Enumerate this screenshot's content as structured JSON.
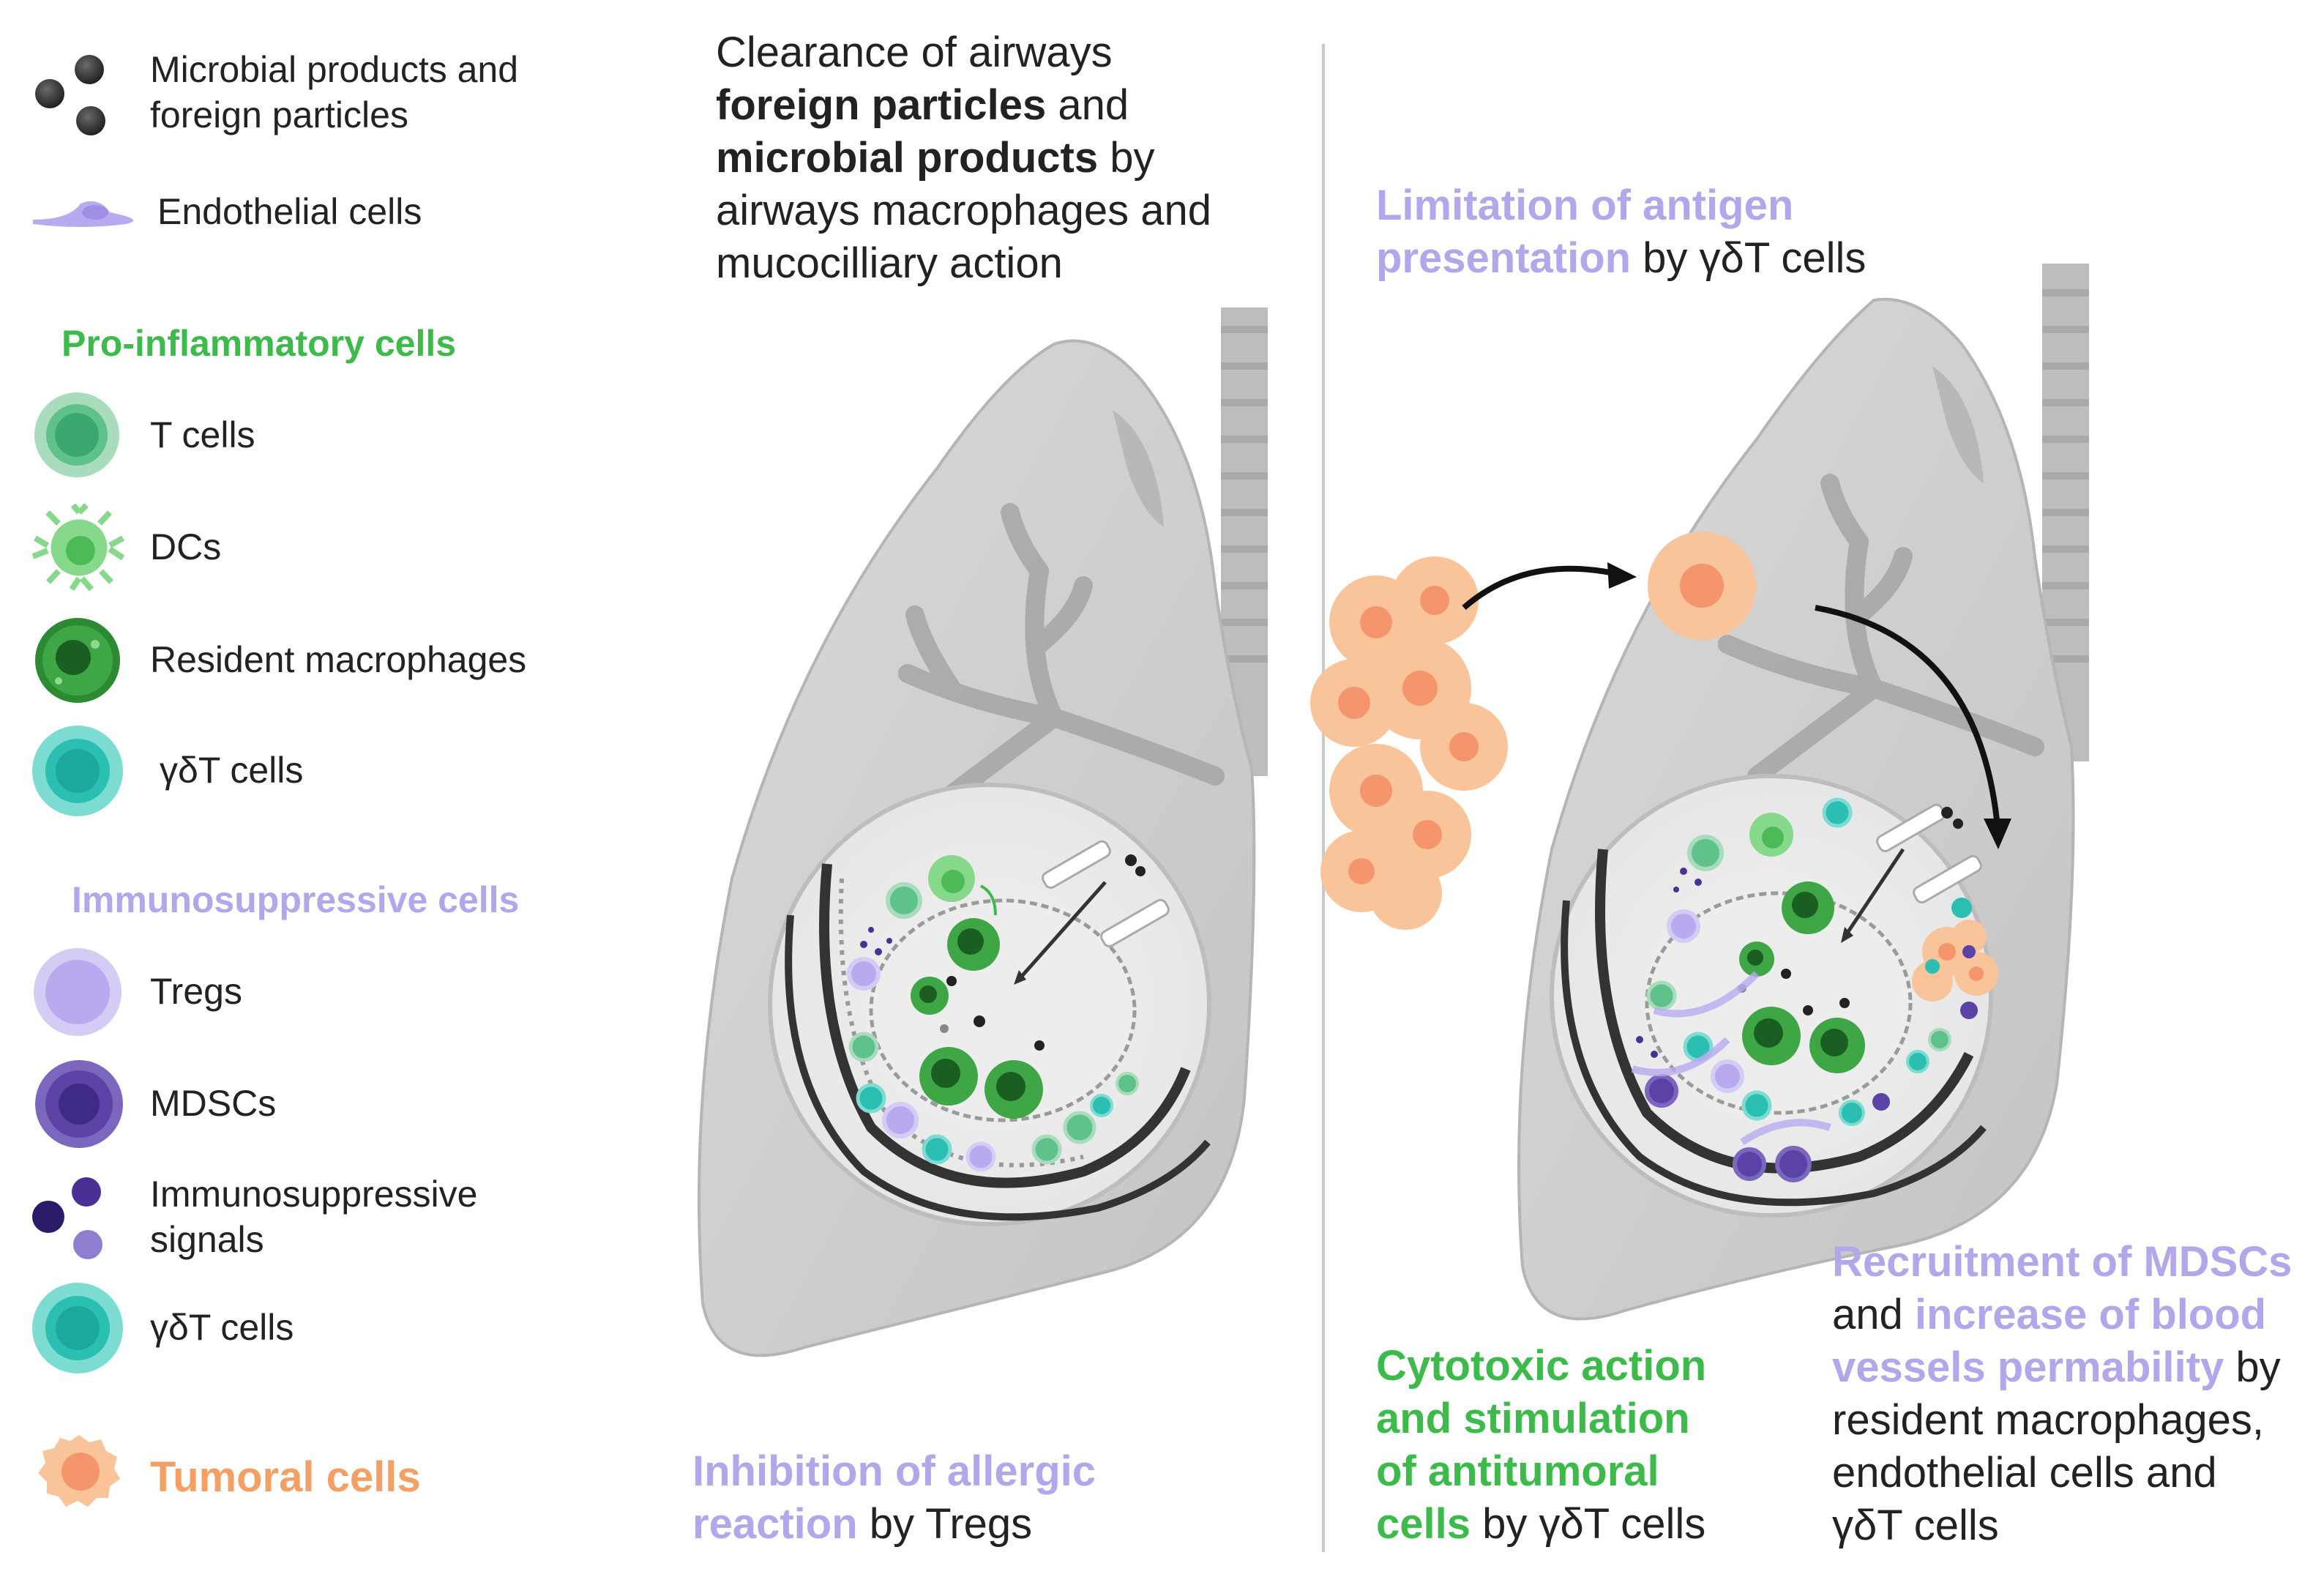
{
  "legend": {
    "particles": "Microbial products and\nforeign particles",
    "endothelial": "Endothelial cells",
    "pro_title": "Pro-inflammatory cells",
    "t_cells": "T cells",
    "dcs": "DCs",
    "resident_macrophages": "Resident macrophages",
    "gd_t_cells_1": "γδT cells",
    "immuno_title": "Immunosuppressive cells",
    "tregs": "Tregs",
    "mdscs": "MDSCs",
    "immuno_signals": "Immunosuppressive\nsignals",
    "gd_t_cells_2": "γδT cells",
    "tumoral": "Tumoral cells"
  },
  "captions": {
    "clearance": {
      "p1": "Clearance of airways",
      "p2_bold": "foreign particles",
      "p3": " and",
      "p4_bold": "microbial products",
      "p5": " by",
      "p6": "airways macrophages and",
      "p7": "mucocilliary action"
    },
    "inhibition": {
      "p1": "Inhibition of allergic",
      "p2": "reaction",
      "p3": " by Tregs"
    },
    "limitation": {
      "p1": "Limitation of antigen",
      "p2": "presentation",
      "p3": " by γδT cells"
    },
    "cytotoxic": {
      "l1": "Cytotoxic action",
      "l2": "and stimulation",
      "l3": "of antitumoral",
      "l4": "cells",
      "l4_rest": " by γδT cells"
    },
    "recruitment": {
      "l1": "Recruitment of MDSCs",
      "l2a": "and ",
      "l2b": "increase of blood",
      "l3a": "vessels permability",
      "l3b": " by",
      "l4": "resident macrophages,",
      "l5": "endothelial cells and",
      "l6": "γδT cells"
    }
  },
  "colors": {
    "green": "#3dbb4a",
    "purple": "#b3a6ea",
    "orange": "#f4a065",
    "dark_purple": "#5b3f9e",
    "teal": "#2bbfb3",
    "lung_gray": "#cfcfcf"
  }
}
